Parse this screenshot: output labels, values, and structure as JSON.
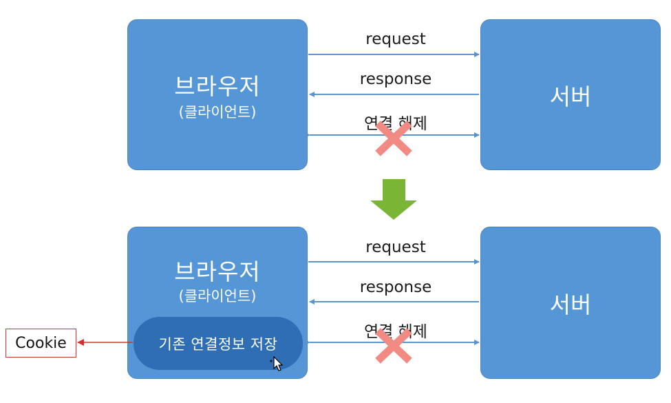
{
  "top": {
    "client_title": "브라우저",
    "client_sub": "(클라이언트)",
    "server_label": "서버",
    "request_label": "request",
    "response_label": "response",
    "disconnect_label": "연결 해제"
  },
  "bottom": {
    "client_title": "브라우저",
    "client_sub": "(클라이언트)",
    "store_label": "기존 연결정보 저장",
    "server_label": "서버",
    "request_label": "request",
    "response_label": "response",
    "disconnect_label": "연결 해제",
    "cookie_label": "Cookie"
  },
  "colors": {
    "box": "#5596d6",
    "pill": "#2f6eb5",
    "arrow": "#5b93cf",
    "cross": "#f08a82",
    "down_arrow": "#7ab536",
    "cookie_arrow": "#d0312d"
  }
}
